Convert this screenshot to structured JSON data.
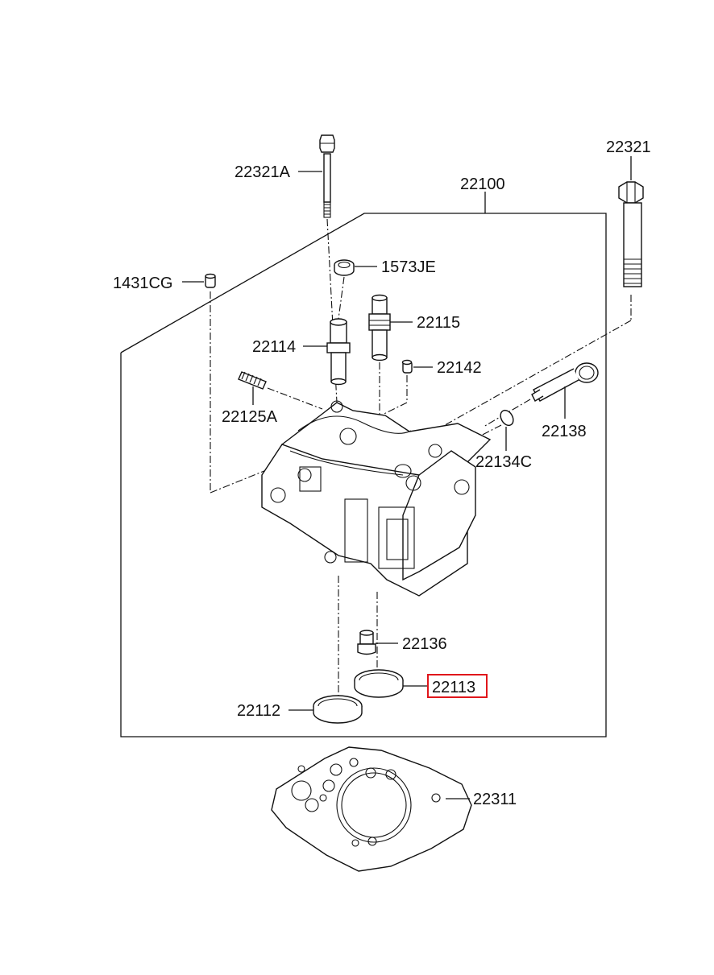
{
  "diagram": {
    "title": "",
    "parts": [
      {
        "id": "22321A",
        "label": "22321A"
      },
      {
        "id": "22100",
        "label": "22100"
      },
      {
        "id": "22321",
        "label": "22321"
      },
      {
        "id": "1573JE",
        "label": "1573JE"
      },
      {
        "id": "1431CG",
        "label": "1431CG"
      },
      {
        "id": "22115",
        "label": "22115"
      },
      {
        "id": "22114",
        "label": "22114"
      },
      {
        "id": "22142",
        "label": "22142"
      },
      {
        "id": "22125A",
        "label": "22125A"
      },
      {
        "id": "22138",
        "label": "22138"
      },
      {
        "id": "22134C",
        "label": "22134C"
      },
      {
        "id": "22136",
        "label": "22136"
      },
      {
        "id": "22113",
        "label": "22113",
        "highlighted": true
      },
      {
        "id": "22112",
        "label": "22112"
      },
      {
        "id": "22311",
        "label": "22311"
      }
    ],
    "highlight_color": "#e0161b"
  }
}
